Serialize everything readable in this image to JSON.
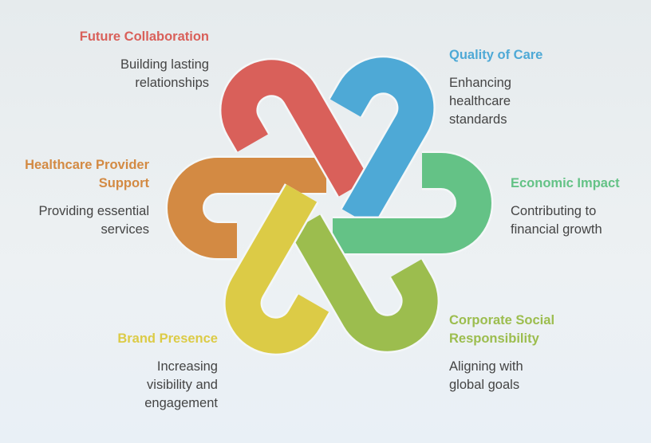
{
  "items": [
    {
      "title": "Future Collaboration",
      "desc": "Building lasting relationships",
      "color": "#d9605a"
    },
    {
      "title": "Quality of Care",
      "desc": "Enhancing healthcare standards",
      "color": "#4ea9d6"
    },
    {
      "title": "Economic Impact",
      "desc": "Contributing to financial growth",
      "color": "#64c286"
    },
    {
      "title": "Corporate Social Responsibility",
      "desc": "Aligning with global goals",
      "color": "#9cbd4e"
    },
    {
      "title": "Brand Presence",
      "desc": "Increasing visibility and engagement",
      "color": "#dccb46"
    },
    {
      "title": "Healthcare Provider Support",
      "desc": "Providing essential services",
      "color": "#d38a43"
    }
  ]
}
